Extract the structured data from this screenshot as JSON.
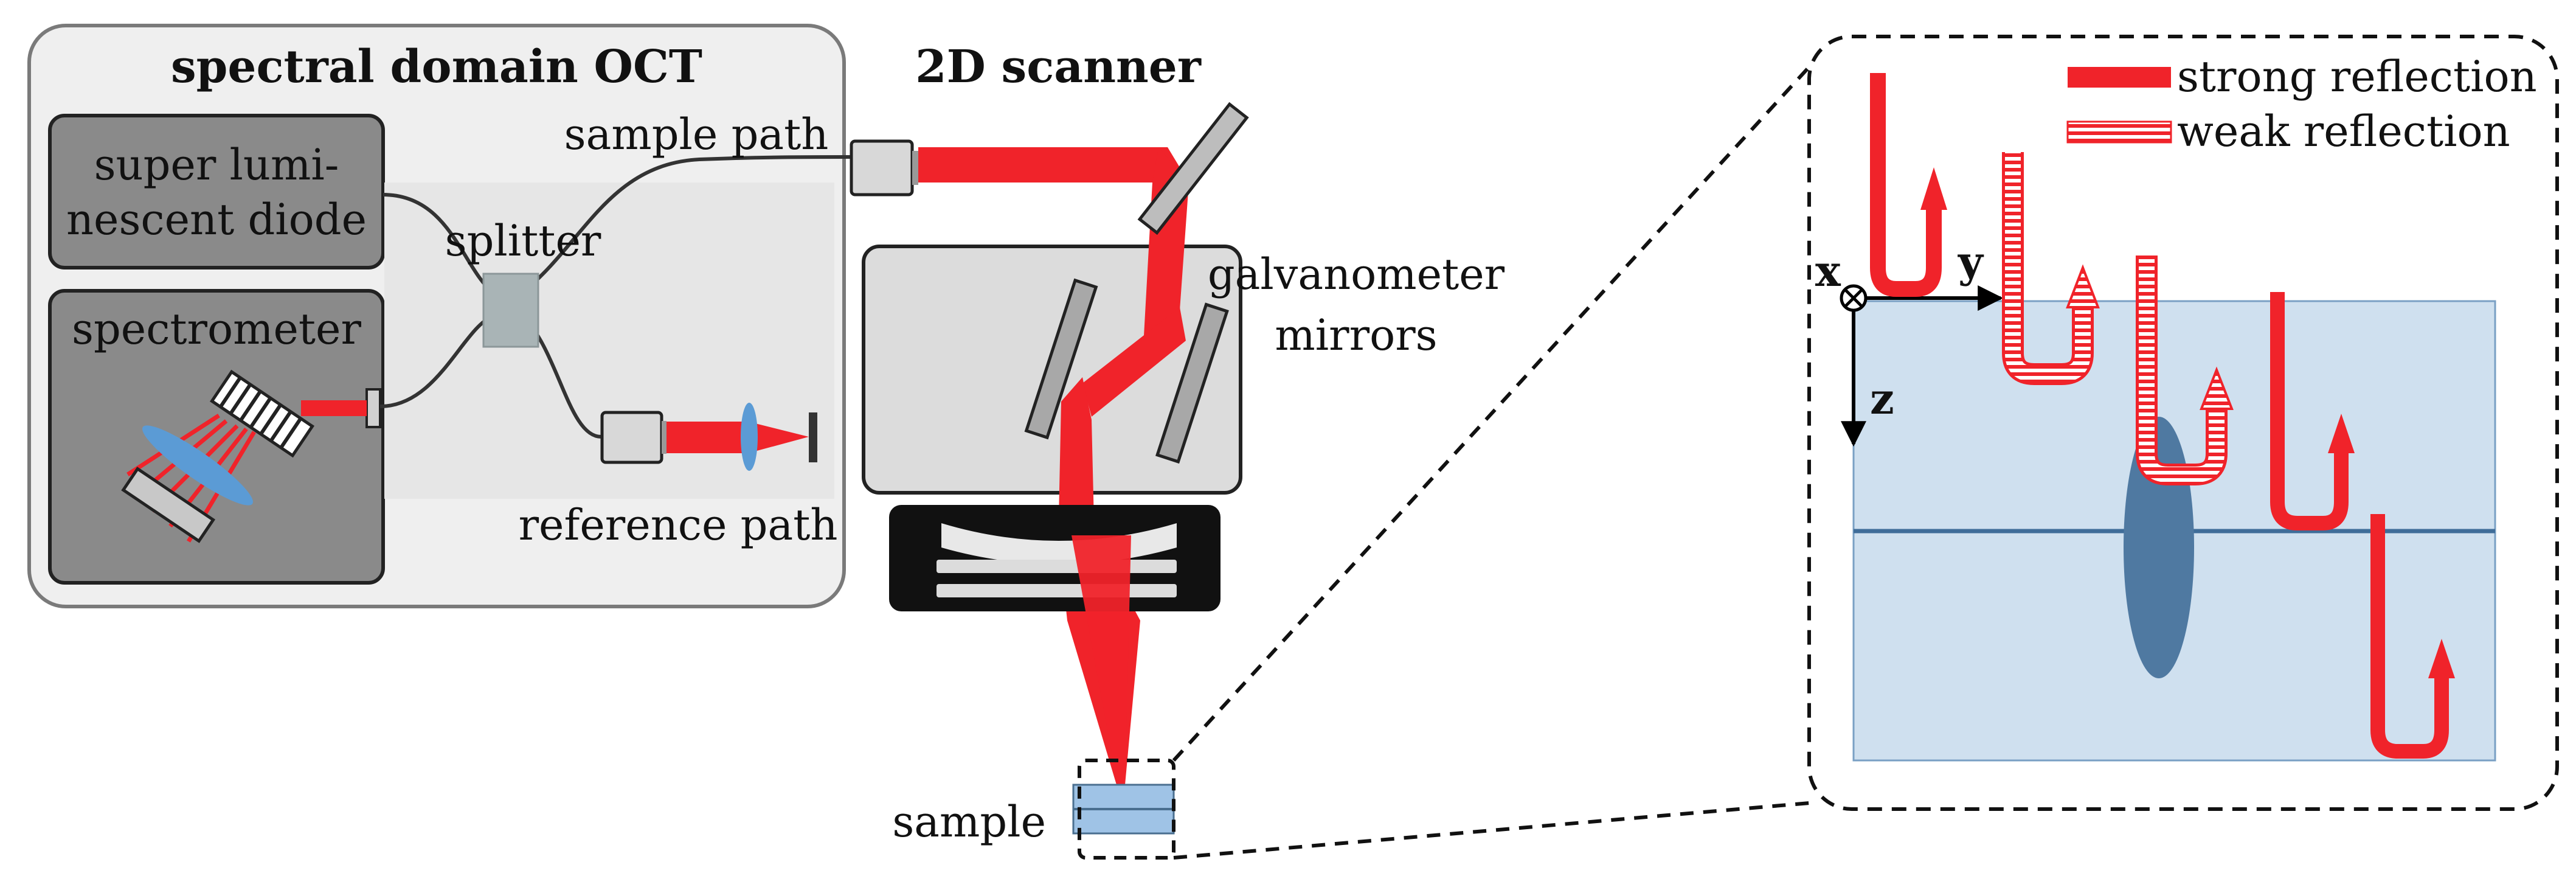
{
  "oct_system": {
    "title": "spectral domain OCT",
    "light_source_line1": "super lumi-",
    "light_source_line2": "nescent diode",
    "spectrometer": "spectrometer",
    "splitter": "splitter",
    "sample_path": "sample path",
    "reference_path": "reference path"
  },
  "scanner": {
    "title": "2D scanner",
    "mirrors_line1": "galvanometer",
    "mirrors_line2": "mirrors"
  },
  "sample_label": "sample",
  "detail_view": {
    "legend": {
      "strong": "strong reflection",
      "weak": "weak reflection"
    },
    "axes": {
      "x": "x",
      "y": "y",
      "z": "z"
    }
  },
  "colors": {
    "beam": "#f0232a",
    "panel_bg": "#efefef",
    "box_gray": "#8a8a8a",
    "sample_blue": "#cfe0ef",
    "inclusion_blue": "#4f79a1",
    "lens_blue": "#5b9bd5"
  }
}
